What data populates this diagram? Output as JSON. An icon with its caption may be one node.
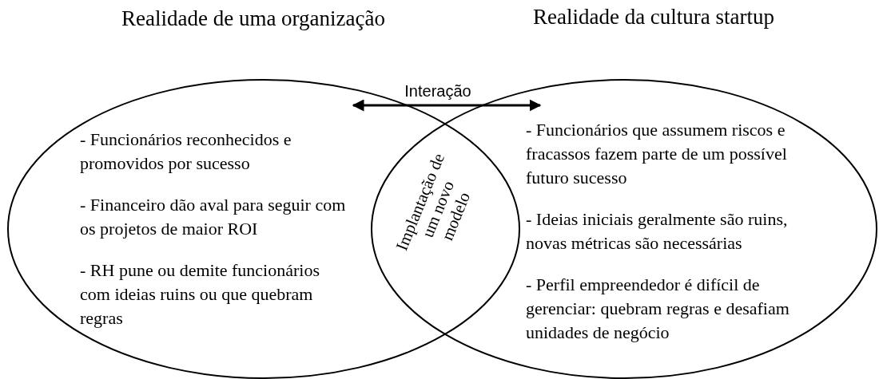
{
  "diagram": {
    "nodes": [
      {
        "text": [
          "Realidade de uma organização",
          "- Funcionários reconhecidos e promovidos por sucesso",
          "- Financeiro dão aval para seguir com os projetos de maior ROI",
          "- RH pune ou demite funcionários com ideias ruins ou que quebram regras"
        ]
      },
      {
        "text": [
          "Realidade da cultura startup",
          "- Funcionários que assumem riscos e fracassos fazem parte de um possível futuro sucesso",
          "- Ideias iniciais geralmente são ruins, novas métricas são necessárias",
          "- Perfil empreendedor é difícil de gerenciar: quebram regras e desafiam unidades de negócio"
        ]
      }
    ],
    "edges": [
      {
        "from": 0,
        "to": 1,
        "arrow": "both",
        "label": "Interação"
      }
    ],
    "labels": [
      "Implantação de um novo modelo"
    ]
  }
}
